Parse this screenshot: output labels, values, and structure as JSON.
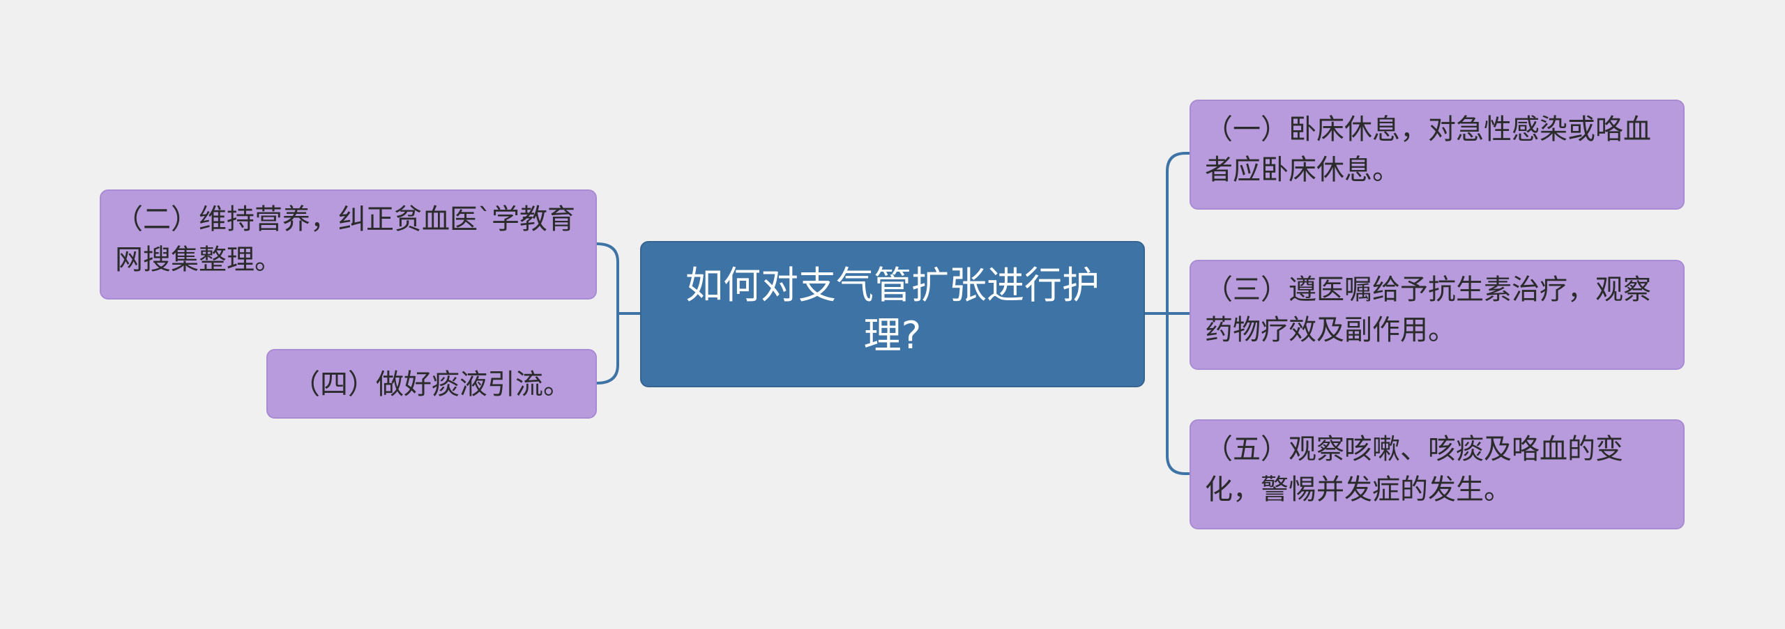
{
  "diagram": {
    "center": {
      "text": "如何对支气管扩张进行护理?"
    },
    "left_nodes": [
      {
        "text": "（二）维持营养，纠正贫血医`学教育网搜集整理。"
      },
      {
        "text": "（四）做好痰液引流。"
      }
    ],
    "right_nodes": [
      {
        "text": "（一）卧床休息，对急性感染或咯血者应卧床休息。"
      },
      {
        "text": "（三）遵医嘱给予抗生素治疗，观察药物疗效及副作用。"
      },
      {
        "text": "（五）观察咳嗽、咳痰及咯血的变化，警惕并发症的发生。"
      }
    ],
    "colors": {
      "background": "#f0f0f0",
      "center_fill": "#3d74a5",
      "child_fill": "#b79bdc",
      "connector": "#3d74a5"
    }
  }
}
